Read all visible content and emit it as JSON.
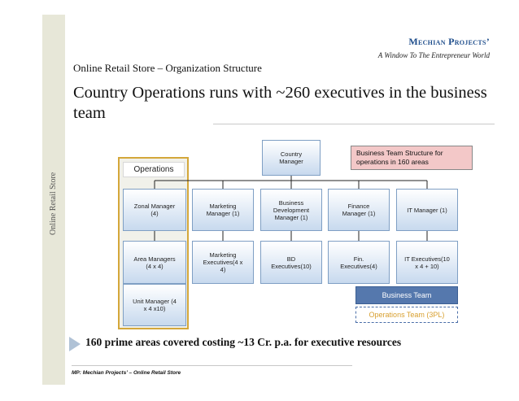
{
  "sidebar": {
    "label": "Online Retail Store"
  },
  "header": {
    "brand": "Mechian Projects’",
    "tagline": "A Window To The Entrepreneur World",
    "subtitle": "Online Retail Store – Organization Structure",
    "title": "Country Operations runs with ~260 executives in the business team"
  },
  "org_chart": {
    "ops_label": "Operations",
    "root": [
      "Country",
      "Manager"
    ],
    "level1": {
      "zonal": [
        "Zonal Manager",
        "(4)"
      ],
      "marketing": [
        "Marketing",
        "Manager (1)"
      ],
      "bizdev": [
        "Business",
        "Development",
        "Manager (1)"
      ],
      "finance": [
        "Finance",
        "Manager (1)"
      ],
      "it": [
        "IT Manager (1)"
      ]
    },
    "level2": {
      "area": [
        "Area Managers",
        "(4 x 4)"
      ],
      "marketing_exec": [
        "Marketing",
        "Executives(4 x",
        "4)"
      ],
      "bd_exec": [
        "BD",
        "Executives(10)"
      ],
      "fin_exec": [
        "Fin.",
        "Executives(4)"
      ],
      "it_exec": [
        "IT Executives(10",
        "x 4 + 10)"
      ]
    },
    "level3": {
      "unit": [
        "Unit Manager (4",
        "x 4 x10)"
      ]
    },
    "note": "Business Team Structure for operations in 160 areas",
    "legend": {
      "business_team": "Business Team",
      "operations_team": "Operations Team (3PL)"
    },
    "colors": {
      "node_border": "#7f9fc4",
      "node_fill": "#c7d9ee",
      "ops_frame": "#d4a73a",
      "business_team": "#5578ad",
      "operations_team_text": "#d8a030",
      "note_fill": "#f3c8c8"
    }
  },
  "footer": {
    "summary": "160 prime areas covered costing ~13 Cr. p.a. for executive resources",
    "footnote": "MP: Mechian Projects’ – Online Retail Store"
  }
}
